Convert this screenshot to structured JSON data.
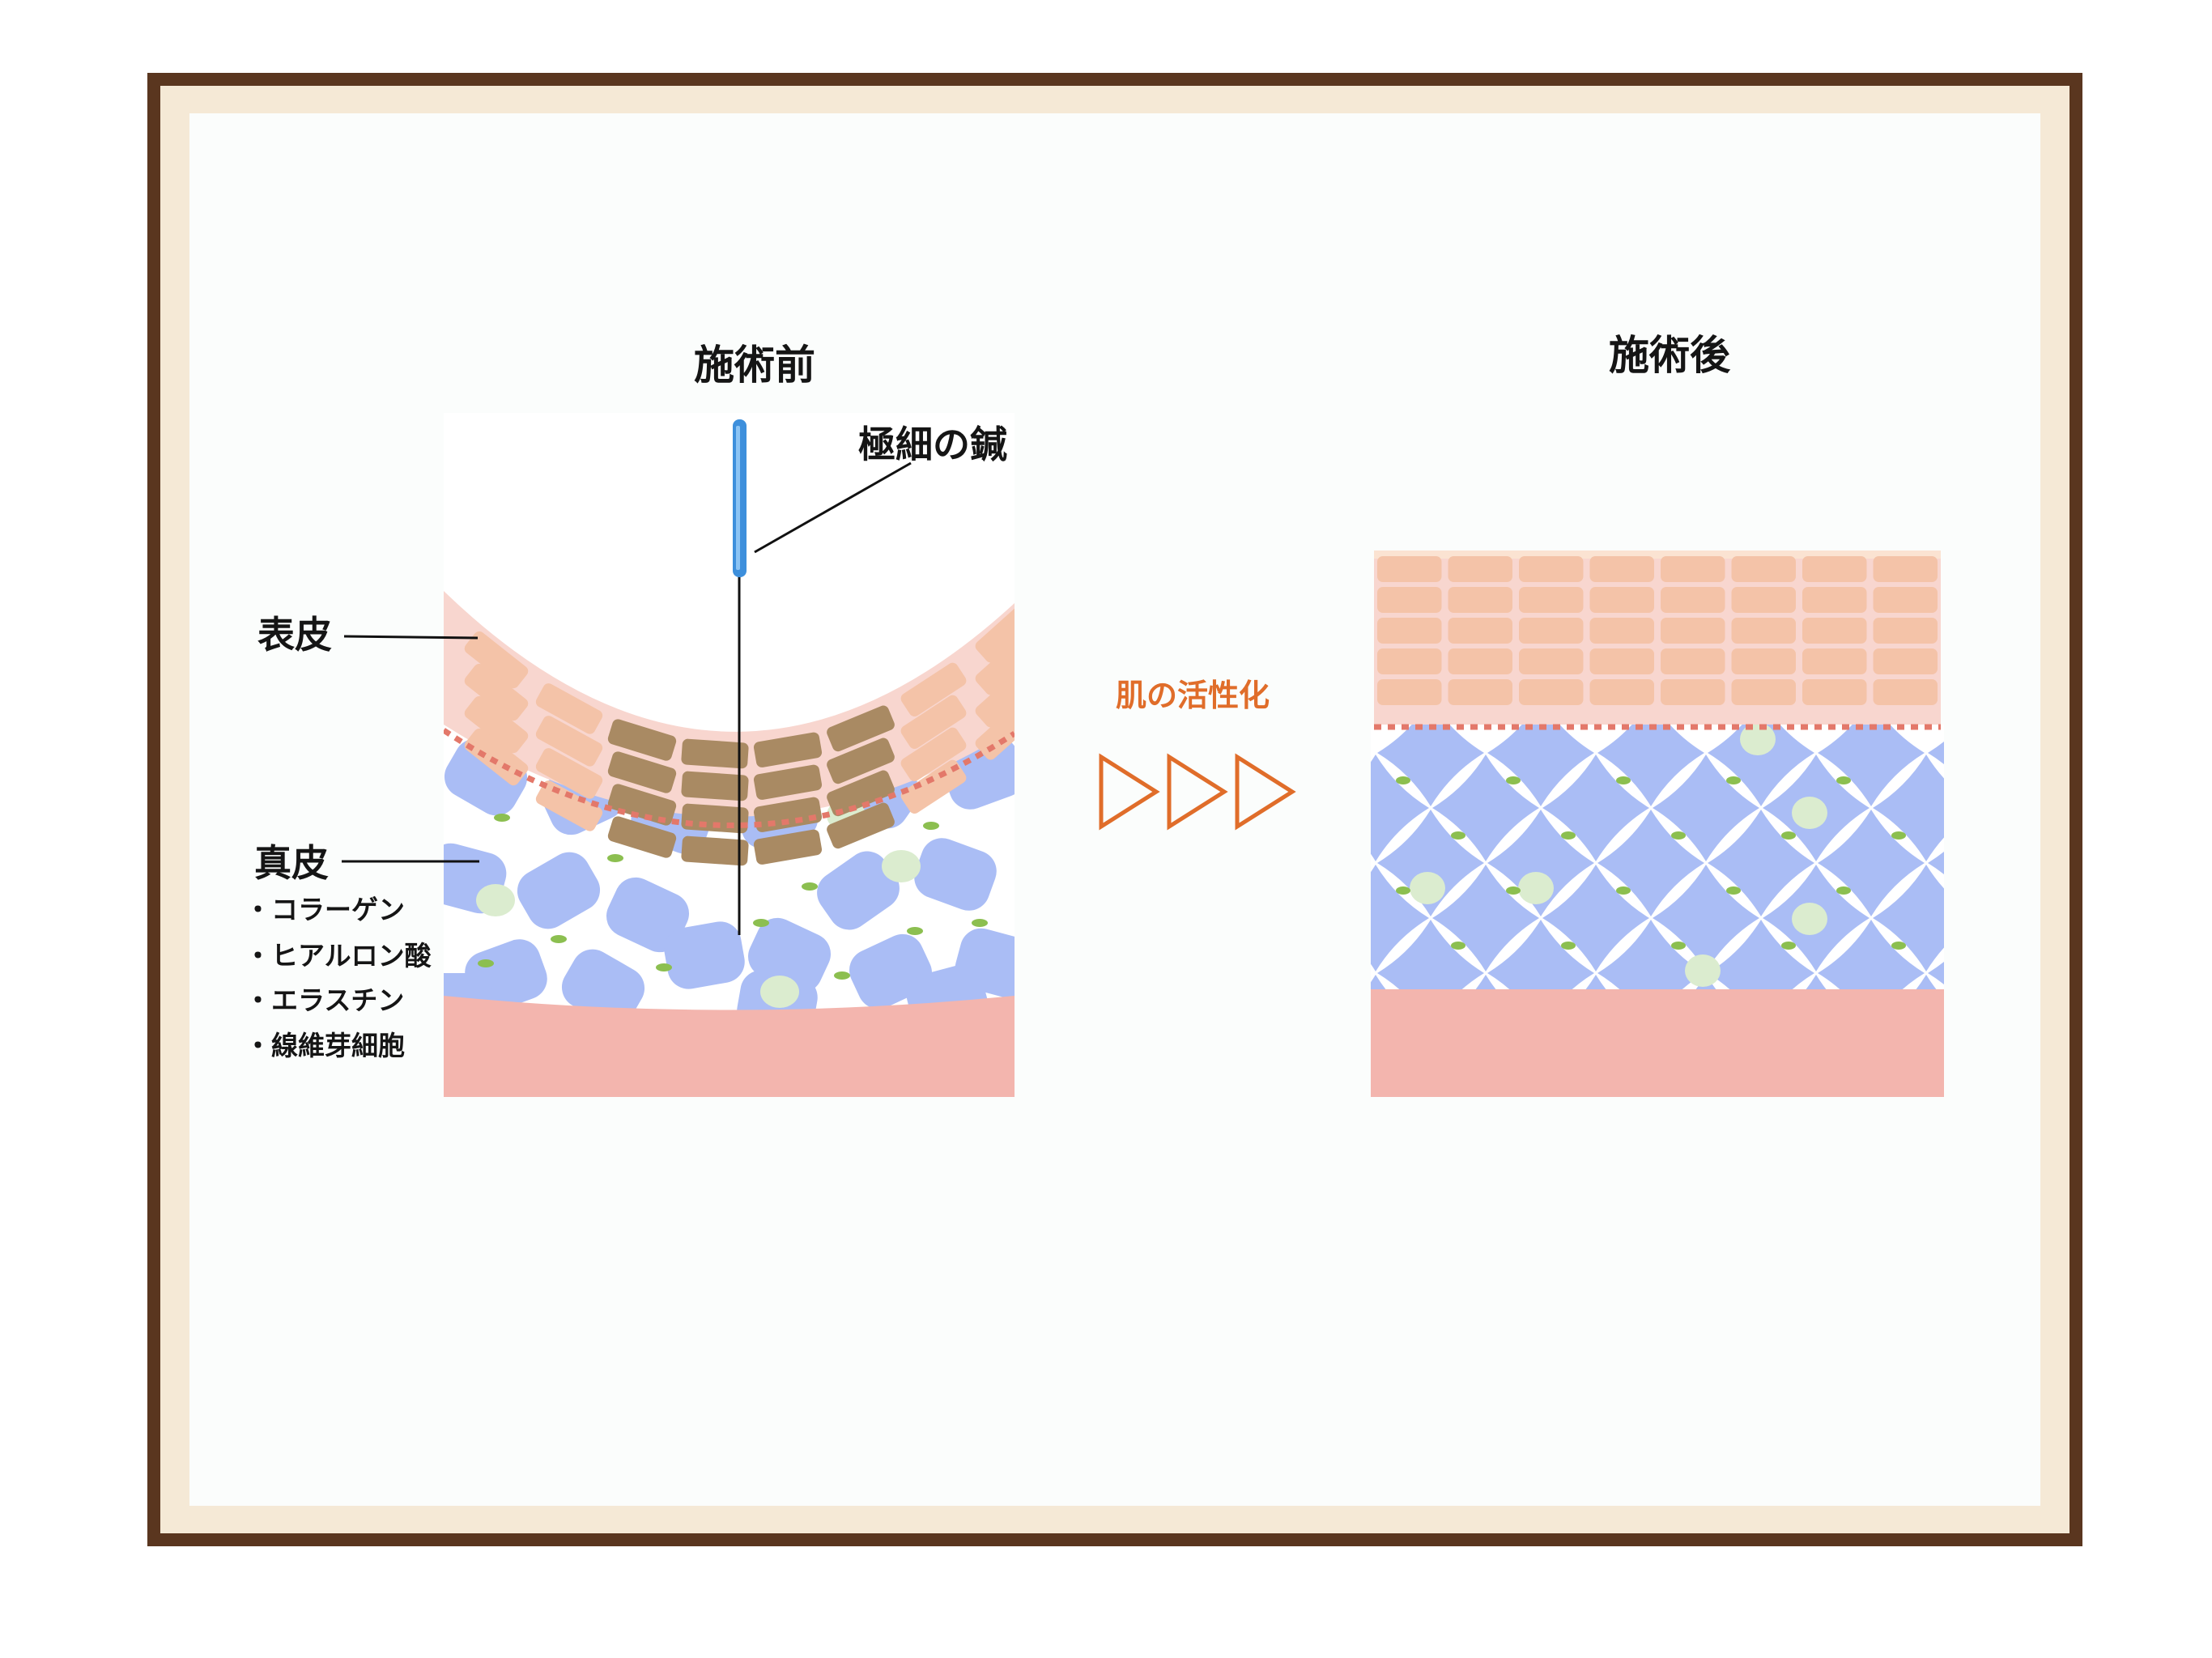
{
  "titles": {
    "before": "施術前",
    "after": "施術後"
  },
  "labels": {
    "needle": "極細の鍼",
    "epidermis": "表皮",
    "dermis": "真皮"
  },
  "dermis_components": [
    "・コラーゲン",
    "・ヒアルロン酸",
    "・エラスチン",
    "・線維芽細胞"
  ],
  "arrow_label": "肌の活性化",
  "colors": {
    "frame": "#5a361f",
    "mat": "#f5e9d6",
    "canvas": "#fbfdfc",
    "epidermis_cell": "#f4c3a8",
    "epidermis_bg": "#f8d6cf",
    "damaged_cell": "#a98a63",
    "dermis_cell": "#aabdf5",
    "nucleus": "#dbeccf",
    "fiber": "#8cbf50",
    "subcutis": "#f3b5ae",
    "basement_dots": "#e3786a",
    "needle": "#3d8fdc",
    "arrow": "#e06d2a"
  },
  "icons": [
    "needle-icon",
    "chevron-right-icon"
  ]
}
